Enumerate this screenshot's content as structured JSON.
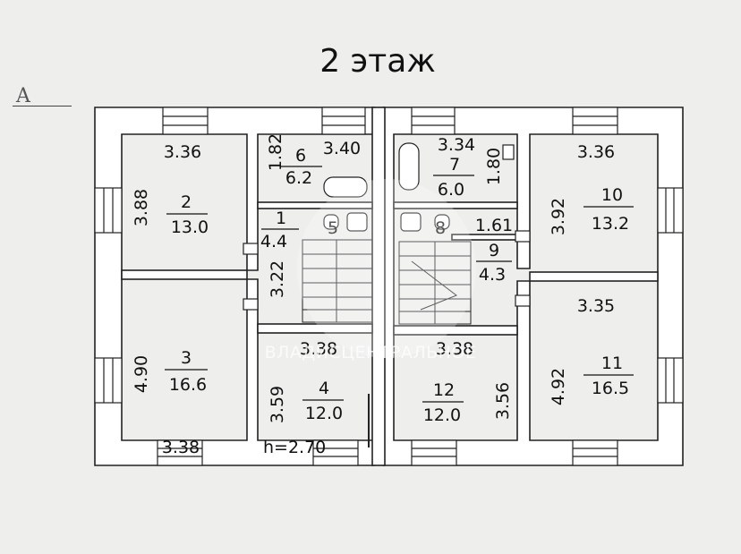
{
  "title": "2 этаж",
  "corner_mark": "A",
  "height_note": "h=2.70",
  "watermark": "ВЛАДИСЦЕНТРАЛЬНОЕ",
  "rooms": [
    {
      "id": "2",
      "area": "13.0",
      "width": "3.36",
      "length": "3.88"
    },
    {
      "id": "3",
      "area": "16.6",
      "width_top": "4.90",
      "width_bottom": "3.38"
    },
    {
      "id": "6",
      "area": "6.2",
      "width": "3.40",
      "length": "1.82"
    },
    {
      "id": "1",
      "area": "4.4",
      "length": "3.22"
    },
    {
      "id": "5"
    },
    {
      "id": "4",
      "area": "12.0",
      "width": "3.38",
      "length": "3.59"
    },
    {
      "id": "7",
      "area": "6.0",
      "width": "3.34",
      "length": "1.80"
    },
    {
      "id": "8"
    },
    {
      "id": "9",
      "area": "4.3",
      "width": "1.61"
    },
    {
      "id": "12",
      "area": "12.0",
      "width": "3.38",
      "length": "3.56"
    },
    {
      "id": "10",
      "area": "13.2",
      "width": "3.36",
      "length": "3.92"
    },
    {
      "id": "11",
      "area": "16.5",
      "width": "3.35",
      "length": "4.92"
    }
  ]
}
